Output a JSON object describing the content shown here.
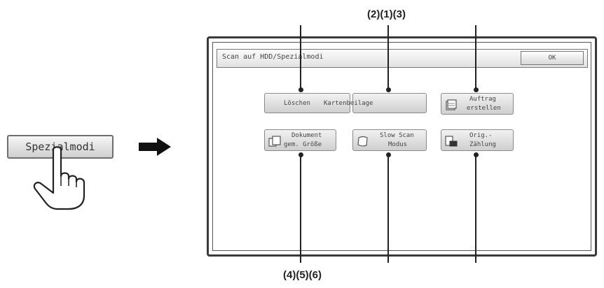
{
  "key": {
    "label": "Spezialmodi"
  },
  "screen": {
    "title": "Scan auf HDD/Spezialmodi",
    "ok_label": "OK",
    "buttons": {
      "loeschen": "Löschen",
      "karten": "Kartenbeilage",
      "auftrag_line1": "Auftrag",
      "auftrag_line2": "erstellen",
      "dokument_line1": "Dokument",
      "dokument_line2": "gem. Größe",
      "slow_line1": "Slow Scan",
      "slow_line2": "Modus",
      "orig_line1": "Orig.-",
      "orig_line2": "Zählung"
    }
  },
  "callouts": {
    "top": "(2)(1)(3)",
    "bottom": "(4)(5)(6)"
  }
}
